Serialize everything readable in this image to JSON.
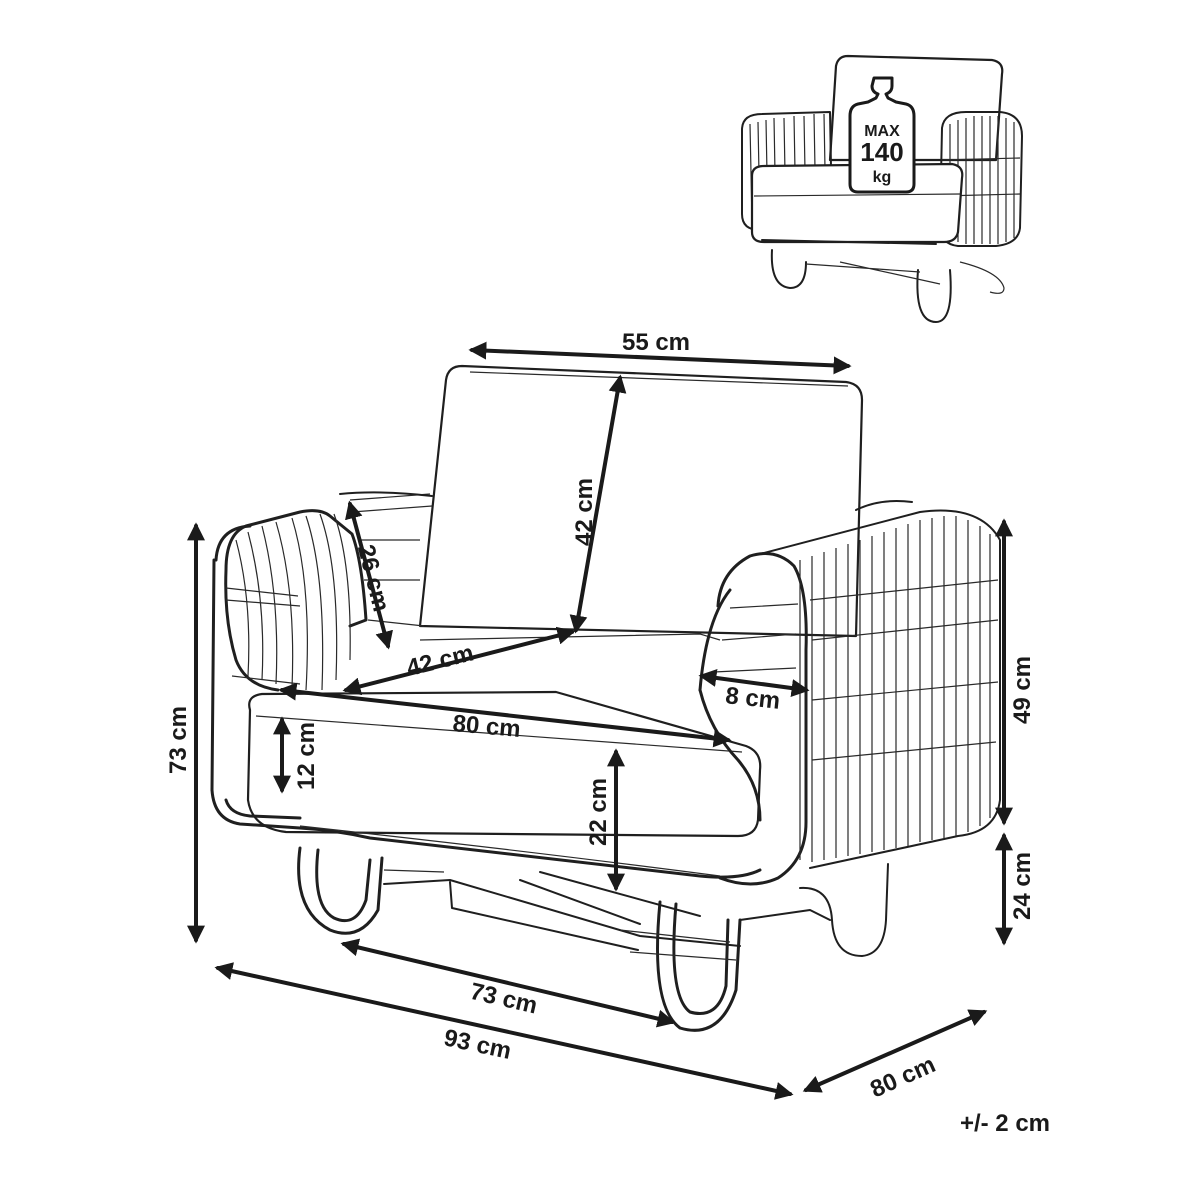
{
  "weight_badge": {
    "line1": "MAX",
    "line2": "140",
    "line3": "kg"
  },
  "dimensions": {
    "backrest_width": "55 cm",
    "backrest_height": "42 cm",
    "armrest_height": "26 cm",
    "seat_depth": "42 cm",
    "seat_width": "80 cm",
    "armrest_thickness": "8 cm",
    "overall_height": "73 cm",
    "cushion_thickness": "12 cm",
    "seat_height": "22 cm",
    "armrest_to_top": "49 cm",
    "base_height": "24 cm",
    "base_width": "73 cm",
    "overall_width": "93 cm",
    "overall_depth": "80 cm"
  },
  "tolerance": "+/- 2 cm",
  "icons": {
    "weight": "weight-icon",
    "arrow": "dimension-arrow"
  }
}
